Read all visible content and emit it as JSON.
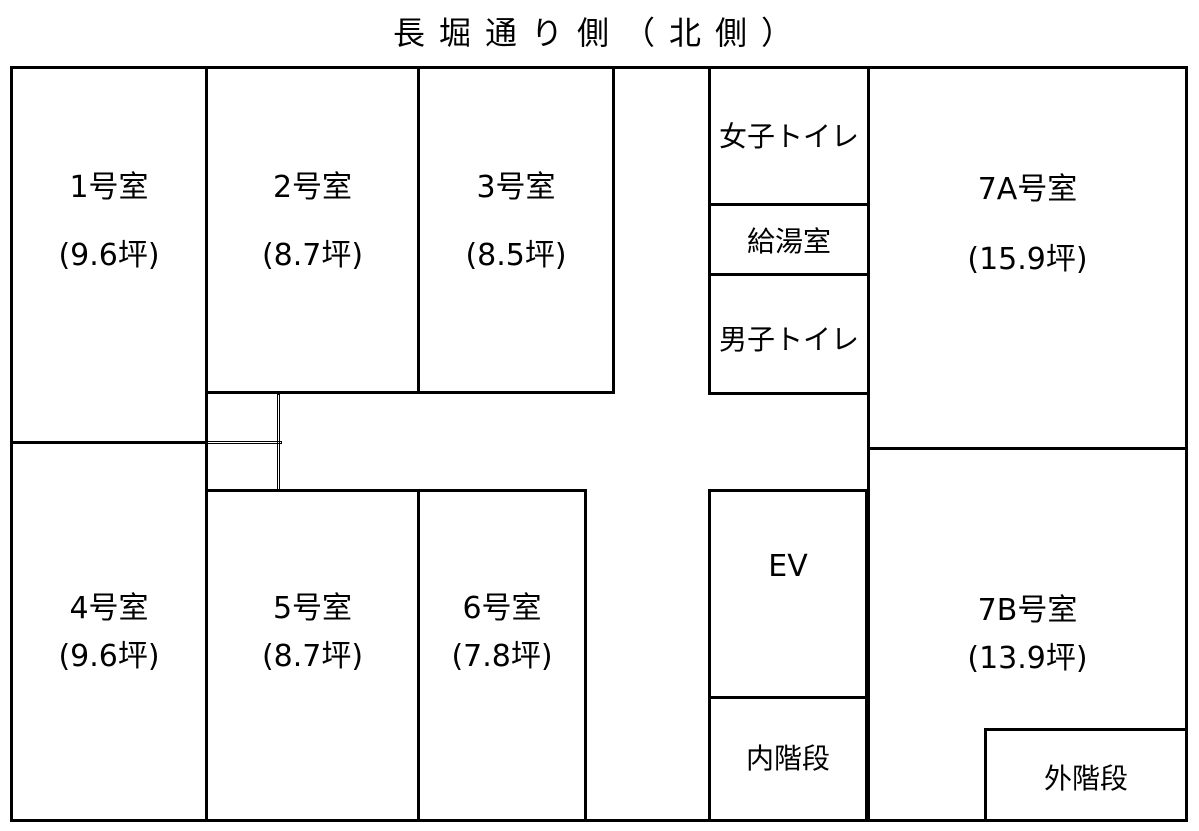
{
  "title": "長堀通り側（北側）",
  "rooms": {
    "r1": {
      "name": "1号室",
      "area": "(9.6坪)"
    },
    "r2": {
      "name": "2号室",
      "area": "(8.7坪)"
    },
    "r3": {
      "name": "3号室",
      "area": "(8.5坪)"
    },
    "r4": {
      "name": "4号室",
      "area": "(9.6坪)"
    },
    "r5": {
      "name": "5号室",
      "area": "(8.7坪)"
    },
    "r6": {
      "name": "6号室",
      "area": "(7.8坪)"
    },
    "r7a": {
      "name": "7A号室",
      "area": "(15.9坪)"
    },
    "r7b": {
      "name": "7B号室",
      "area": "(13.9坪)"
    }
  },
  "facilities": {
    "womens_toilet": "女子トイレ",
    "kitchenette": "給湯室",
    "mens_toilet": "男子トイレ",
    "elevator": "EV",
    "inner_stairs": "内階段",
    "outer_stairs": "外階段"
  }
}
